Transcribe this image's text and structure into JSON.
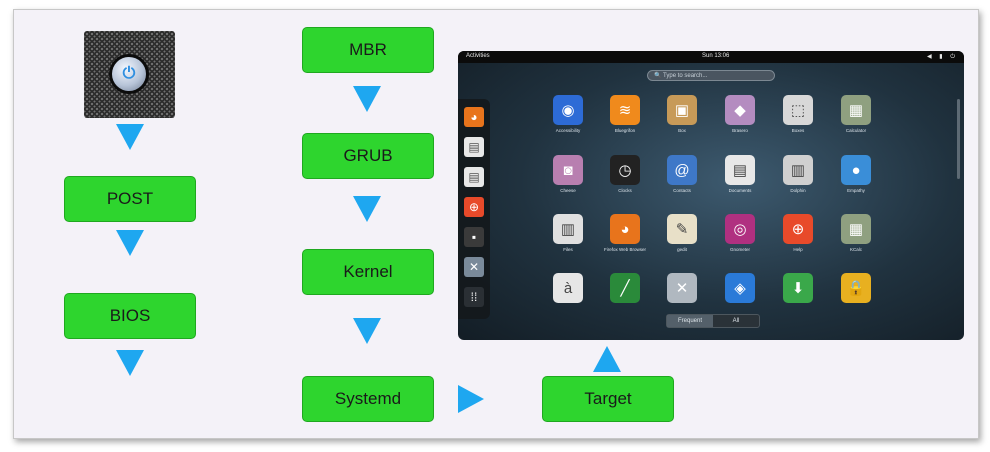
{
  "boxes": {
    "post": "POST",
    "bios": "BIOS",
    "mbr": "MBR",
    "grub": "GRUB",
    "kernel": "Kernel",
    "systemd": "Systemd",
    "target": "Target"
  },
  "colors": {
    "box_fill": "#2ed52e",
    "arrow": "#1ea7f0",
    "background": "#f4f2f8"
  },
  "desktop": {
    "topbar": {
      "activities": "Activities",
      "clock": "Sun 13:06"
    },
    "search_placeholder": "Type to search...",
    "dock_icons": [
      "firefox-icon",
      "document-icon",
      "document-icon",
      "help-icon",
      "terminal-icon",
      "tools-icon",
      "app-grid-icon"
    ],
    "apps": [
      {
        "name": "Accessibility",
        "icon": "globe-icon",
        "color": "#2d6bd6"
      },
      {
        "name": "Bluegrifon",
        "icon": "rss-icon",
        "color": "#f08a1c"
      },
      {
        "name": "Box",
        "icon": "box-icon",
        "color": "#c79a58"
      },
      {
        "name": "Brasero",
        "icon": "disc-icon",
        "color": "#b48cc0"
      },
      {
        "name": "Boxes",
        "icon": "cube-icon",
        "color": "#d8d8d8"
      },
      {
        "name": "Calculator",
        "icon": "calculator-icon",
        "color": "#8fa080"
      },
      {
        "name": "Cheese",
        "icon": "camera-icon",
        "color": "#b87fb0"
      },
      {
        "name": "Clocks",
        "icon": "clock-icon",
        "color": "#222222"
      },
      {
        "name": "Contacts",
        "icon": "at-icon",
        "color": "#3e78c8"
      },
      {
        "name": "Documents",
        "icon": "document-icon",
        "color": "#e8e8e8"
      },
      {
        "name": "Dolphin",
        "icon": "file-icon",
        "color": "#d0d0d0"
      },
      {
        "name": "Empathy",
        "icon": "chat-icon",
        "color": "#3a8ed8"
      },
      {
        "name": "Files",
        "icon": "cabinet-icon",
        "color": "#e0e0e0"
      },
      {
        "name": "Firefox Web Browser",
        "icon": "firefox-icon",
        "color": "#e8741c"
      },
      {
        "name": "gedit",
        "icon": "pencil-icon",
        "color": "#e8e0c8"
      },
      {
        "name": "Gnometer",
        "icon": "eye-icon",
        "color": "#b03080"
      },
      {
        "name": "Help",
        "icon": "lifebuoy-icon",
        "color": "#e84a2a"
      },
      {
        "name": "KCalc",
        "icon": "calculator-icon",
        "color": "#8fa080"
      },
      {
        "name": "",
        "icon": "font-icon",
        "color": "#e6e6e6"
      },
      {
        "name": "",
        "icon": "eyedropper-icon",
        "color": "#2a8a3a"
      },
      {
        "name": "",
        "icon": "tools-icon",
        "color": "#b0b8c0"
      },
      {
        "name": "",
        "icon": "blocks-icon",
        "color": "#2a7ad8"
      },
      {
        "name": "",
        "icon": "download-icon",
        "color": "#3aa84a"
      },
      {
        "name": "",
        "icon": "lock-icon",
        "color": "#e8b020"
      }
    ],
    "tabs": {
      "frequent": "Frequent",
      "all": "All"
    }
  }
}
